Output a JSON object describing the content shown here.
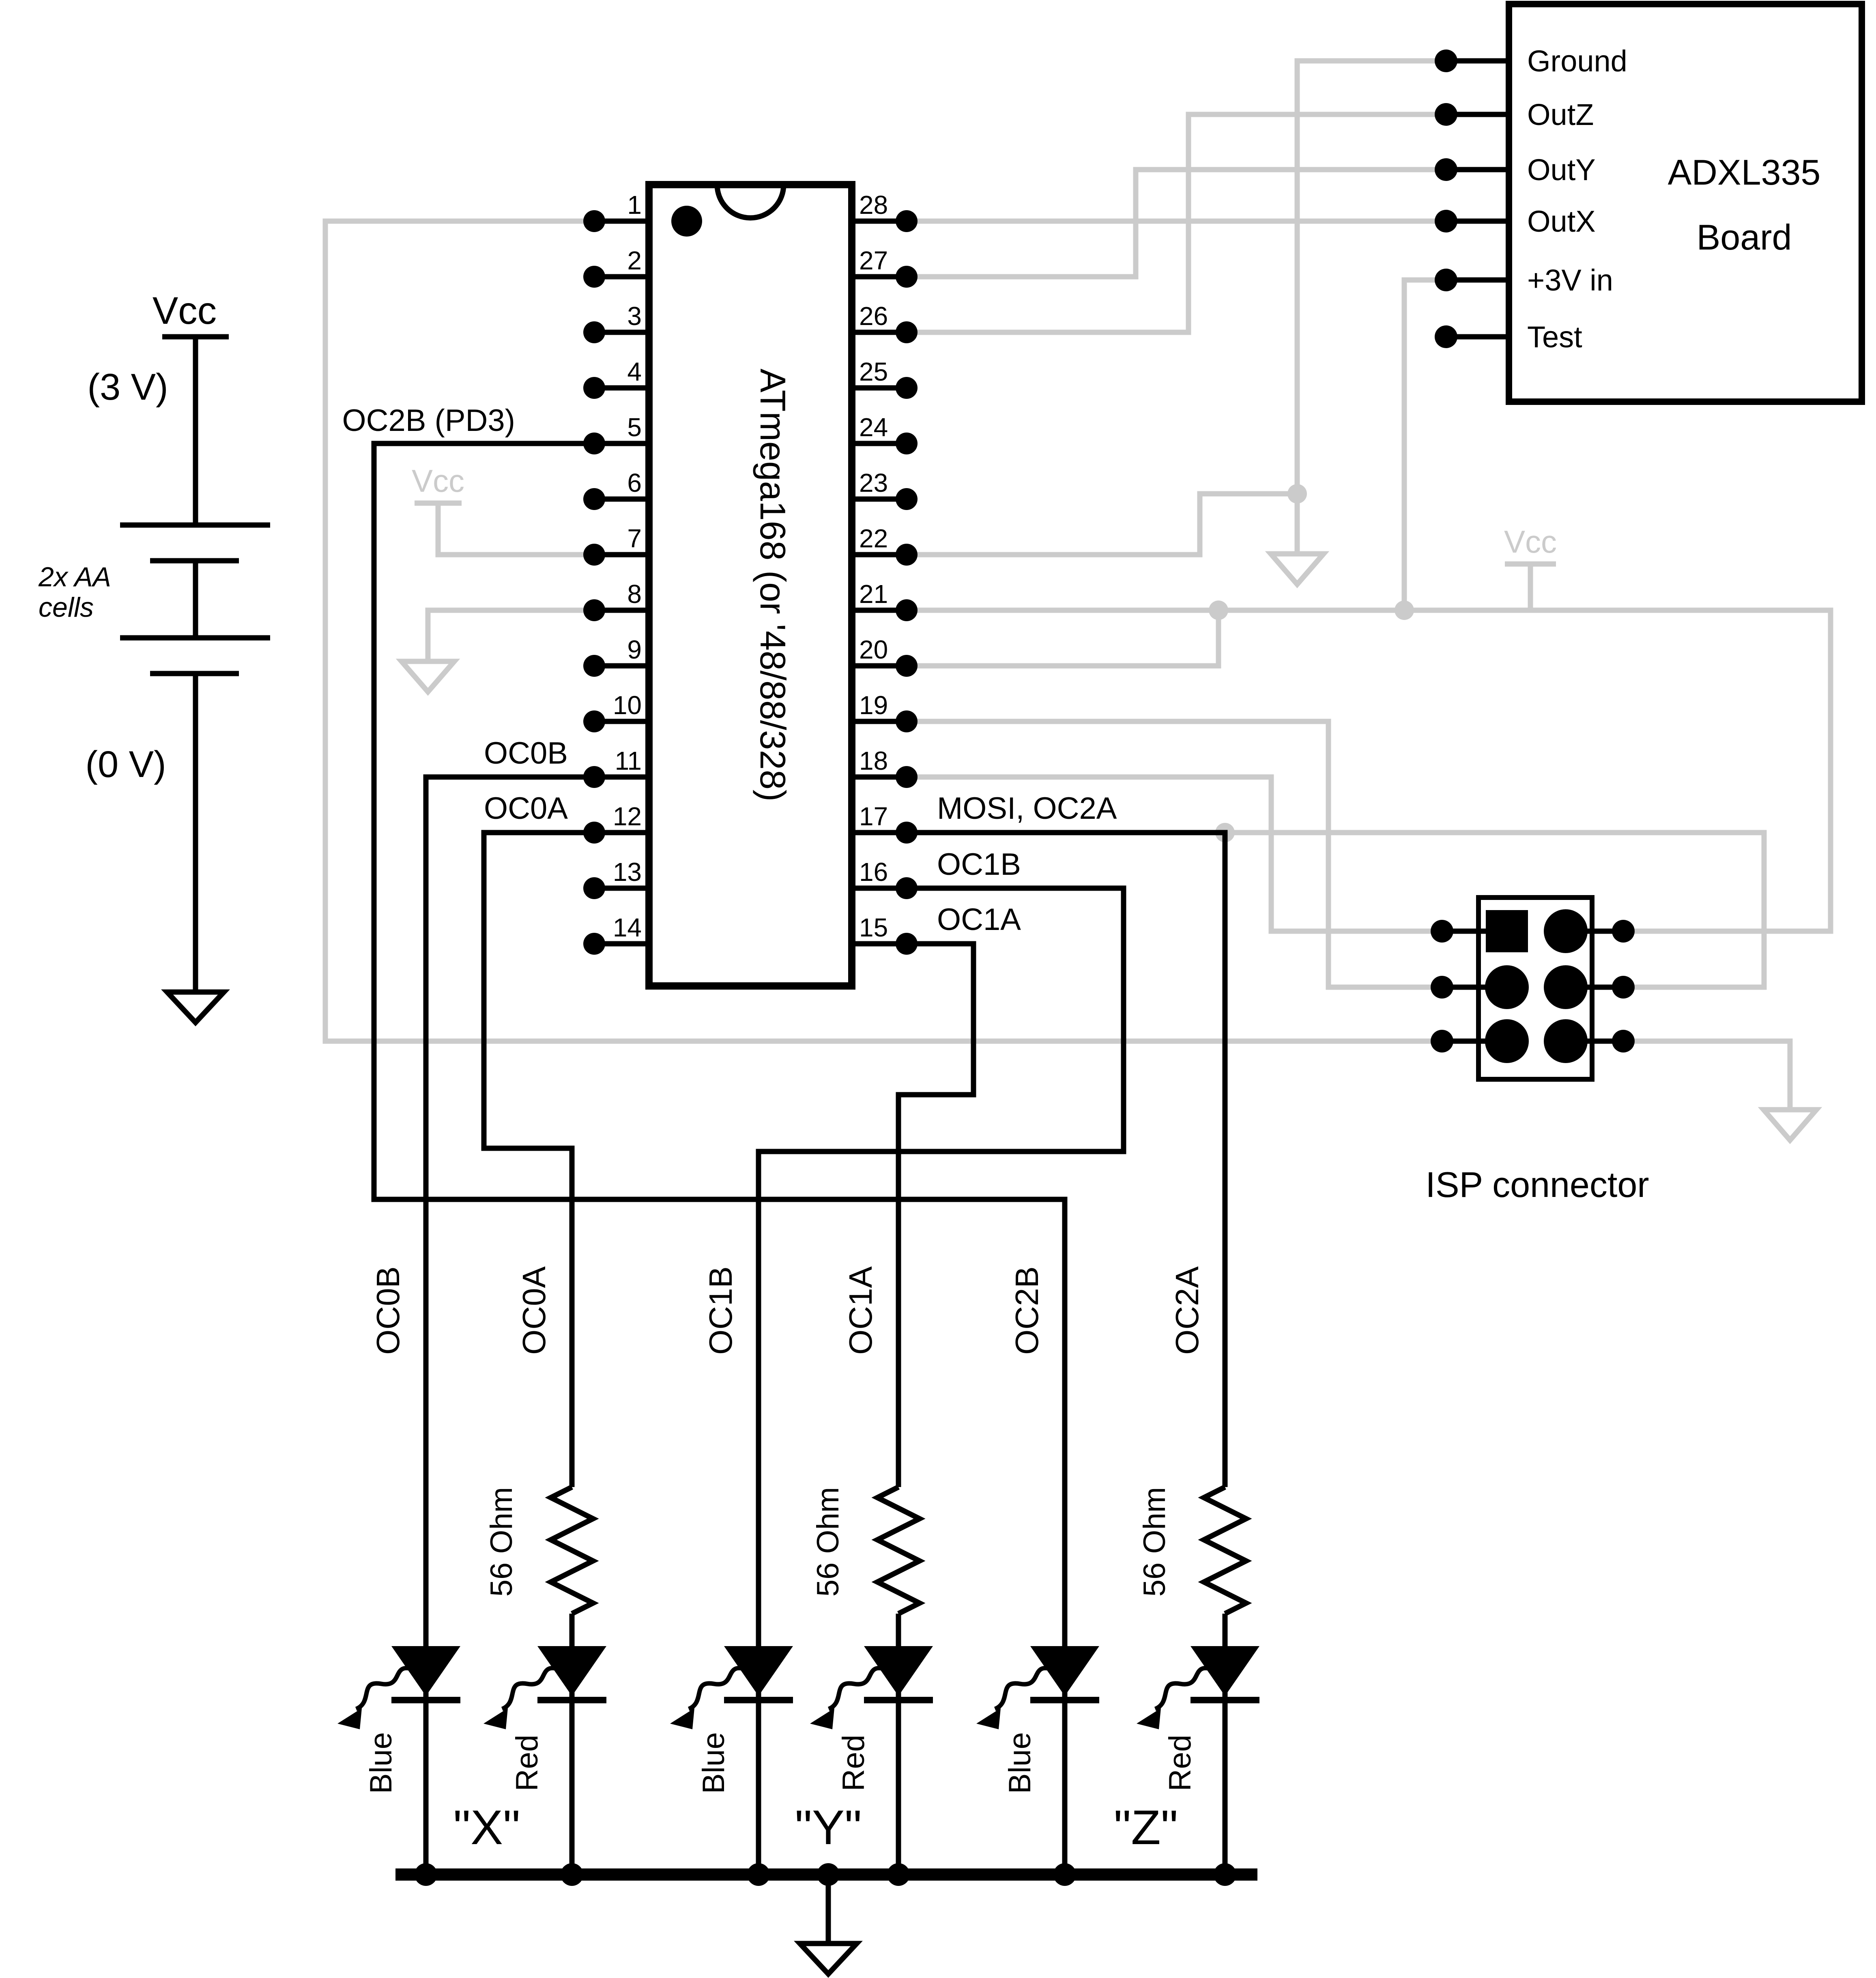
{
  "colors": {
    "black": "#000000",
    "gray": "#cbcbcb"
  },
  "battery": {
    "vcc": "Vcc",
    "v_top": "(3 V)",
    "v_bottom": "(0 V)",
    "cells": [
      "2x AA",
      "cells"
    ]
  },
  "chip": {
    "label": "ATmega168 (or '48/88/328)",
    "pins_left": [
      "1",
      "2",
      "3",
      "4",
      "5",
      "6",
      "7",
      "8",
      "9",
      "10",
      "11",
      "12",
      "13",
      "14"
    ],
    "pins_right": [
      "28",
      "27",
      "26",
      "25",
      "24",
      "23",
      "22",
      "21",
      "20",
      "19",
      "18",
      "17",
      "16",
      "15"
    ],
    "pin_labels": {
      "pin5": "OC2B (PD3)",
      "pin11": "OC0B",
      "pin12": "OC0A",
      "pin17": "MOSI, OC2A",
      "pin16": "OC1B",
      "pin15": "OC1A"
    }
  },
  "power": {
    "vcc_mid": "Vcc",
    "vcc_right": "Vcc"
  },
  "adxl": {
    "title": [
      "ADXL335",
      "Board"
    ],
    "pins": [
      "Ground",
      "OutZ",
      "OutY",
      "OutX",
      "+3V in",
      "Test"
    ]
  },
  "isp": {
    "label": "ISP connector"
  },
  "leds": {
    "channels": [
      {
        "signal": "OC0B",
        "color": "Blue"
      },
      {
        "signal": "OC0A",
        "color": "Red",
        "resistor": "56 Ohm"
      },
      {
        "signal": "OC1B",
        "color": "Blue"
      },
      {
        "signal": "OC1A",
        "color": "Red",
        "resistor": "56 Ohm"
      },
      {
        "signal": "OC2B",
        "color": "Blue"
      },
      {
        "signal": "OC2A",
        "color": "Red",
        "resistor": "56 Ohm"
      }
    ],
    "groups": [
      "\"X\"",
      "\"Y\"",
      "\"Z\""
    ]
  }
}
